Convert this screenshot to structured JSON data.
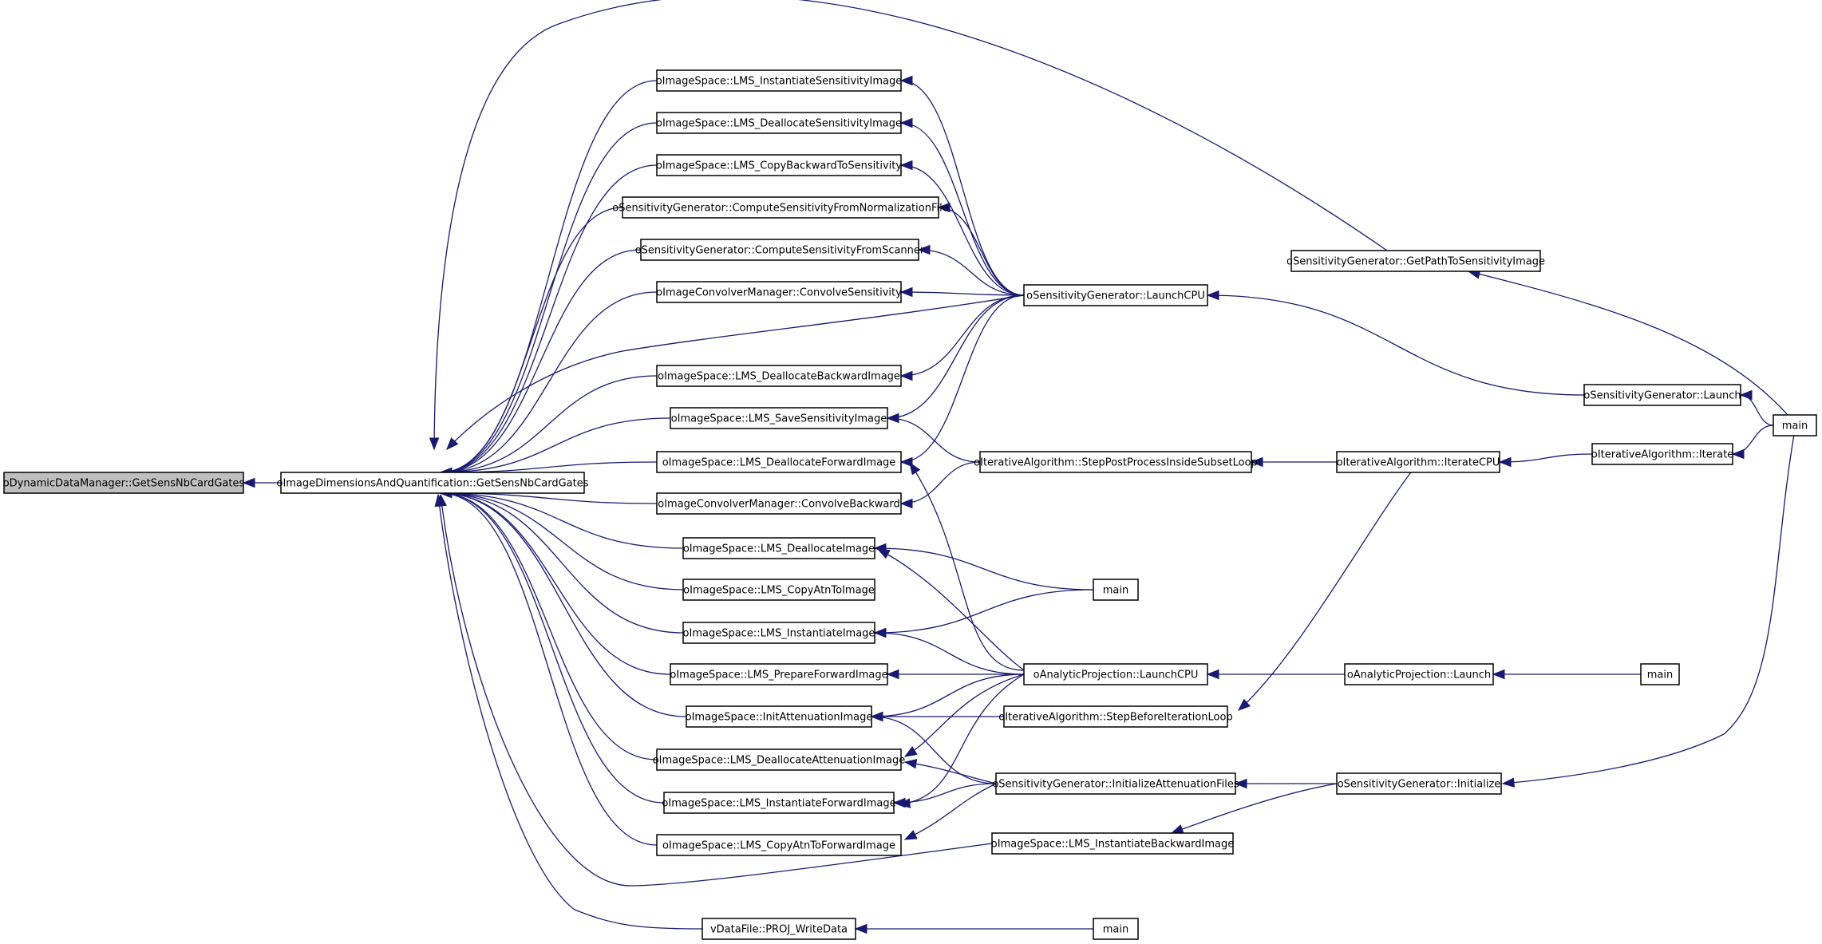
{
  "graph": {
    "nodes": [
      {
        "id": "n0",
        "label": "oDynamicDataManager::GetSensNbCardGates",
        "root": true
      },
      {
        "id": "n1",
        "label": "oImageDimensionsAndQuantification::GetSensNbCardGates"
      },
      {
        "id": "n2",
        "label": "oImageSpace::LMS_InstantiateSensitivityImage"
      },
      {
        "id": "n3",
        "label": "oImageSpace::LMS_DeallocateSensitivityImage"
      },
      {
        "id": "n4",
        "label": "oImageSpace::LMS_CopyBackwardToSensitivity"
      },
      {
        "id": "n5",
        "label": "oSensitivityGenerator::ComputeSensitivityFromNormalizationFile"
      },
      {
        "id": "n6",
        "label": "oSensitivityGenerator::ComputeSensitivityFromScanner"
      },
      {
        "id": "n7",
        "label": "oImageConvolverManager::ConvolveSensitivity"
      },
      {
        "id": "n8",
        "label": "oImageSpace::LMS_DeallocateBackwardImage"
      },
      {
        "id": "n9",
        "label": "oImageSpace::LMS_SaveSensitivityImage"
      },
      {
        "id": "n10",
        "label": "oImageSpace::LMS_DeallocateForwardImage"
      },
      {
        "id": "n11",
        "label": "oImageConvolverManager::ConvolveBackward"
      },
      {
        "id": "n12",
        "label": "oImageSpace::LMS_DeallocateImage"
      },
      {
        "id": "n13",
        "label": "oImageSpace::LMS_CopyAtnToImage"
      },
      {
        "id": "n14",
        "label": "oImageSpace::LMS_InstantiateImage"
      },
      {
        "id": "n15",
        "label": "oImageSpace::LMS_PrepareForwardImage"
      },
      {
        "id": "n16",
        "label": "oImageSpace::InitAttenuationImage"
      },
      {
        "id": "n17",
        "label": "oImageSpace::LMS_DeallocateAttenuationImage"
      },
      {
        "id": "n18",
        "label": "oImageSpace::LMS_InstantiateForwardImage"
      },
      {
        "id": "n19",
        "label": "oImageSpace::LMS_CopyAtnToForwardImage"
      },
      {
        "id": "n20",
        "label": "vDataFile::PROJ_WriteData"
      },
      {
        "id": "n21",
        "label": "oSensitivityGenerator::LaunchCPU"
      },
      {
        "id": "n22",
        "label": "oIterativeAlgorithm::StepPostProcessInsideSubsetLoop"
      },
      {
        "id": "n23",
        "label": "main"
      },
      {
        "id": "n24",
        "label": "oAnalyticProjection::LaunchCPU"
      },
      {
        "id": "n25",
        "label": "oIterativeAlgorithm::StepBeforeIterationLoop"
      },
      {
        "id": "n26",
        "label": "oSensitivityGenerator::InitializeAttenuationFiles"
      },
      {
        "id": "n27",
        "label": "oImageSpace::LMS_InstantiateBackwardImage"
      },
      {
        "id": "n28",
        "label": "main"
      },
      {
        "id": "n29",
        "label": "oSensitivityGenerator::GetPathToSensitivityImage"
      },
      {
        "id": "n30",
        "label": "oSensitivityGenerator::Launch"
      },
      {
        "id": "n31",
        "label": "oIterativeAlgorithm::IterateCPU"
      },
      {
        "id": "n32",
        "label": "oAnalyticProjection::Launch"
      },
      {
        "id": "n33",
        "label": "oSensitivityGenerator::Initialize"
      },
      {
        "id": "n34",
        "label": "oIterativeAlgorithm::Iterate"
      },
      {
        "id": "n35",
        "label": "main"
      },
      {
        "id": "n36",
        "label": "main"
      }
    ],
    "edges": [
      {
        "from": "n1",
        "to": "n0"
      },
      {
        "from": "n2",
        "to": "n1"
      },
      {
        "from": "n3",
        "to": "n1"
      },
      {
        "from": "n4",
        "to": "n1"
      },
      {
        "from": "n5",
        "to": "n1"
      },
      {
        "from": "n6",
        "to": "n1"
      },
      {
        "from": "n7",
        "to": "n1"
      },
      {
        "from": "n21",
        "to": "n1"
      },
      {
        "from": "n8",
        "to": "n1"
      },
      {
        "from": "n9",
        "to": "n1"
      },
      {
        "from": "n10",
        "to": "n1"
      },
      {
        "from": "n11",
        "to": "n1"
      },
      {
        "from": "n12",
        "to": "n1"
      },
      {
        "from": "n13",
        "to": "n1"
      },
      {
        "from": "n14",
        "to": "n1"
      },
      {
        "from": "n15",
        "to": "n1"
      },
      {
        "from": "n16",
        "to": "n1"
      },
      {
        "from": "n17",
        "to": "n1"
      },
      {
        "from": "n18",
        "to": "n1"
      },
      {
        "from": "n19",
        "to": "n1"
      },
      {
        "from": "n27",
        "to": "n1"
      },
      {
        "from": "n20",
        "to": "n1"
      },
      {
        "from": "n29",
        "to": "n1"
      },
      {
        "from": "n21",
        "to": "n2"
      },
      {
        "from": "n21",
        "to": "n3"
      },
      {
        "from": "n21",
        "to": "n4"
      },
      {
        "from": "n21",
        "to": "n5"
      },
      {
        "from": "n21",
        "to": "n6"
      },
      {
        "from": "n21",
        "to": "n7"
      },
      {
        "from": "n21",
        "to": "n8"
      },
      {
        "from": "n21",
        "to": "n9"
      },
      {
        "from": "n21",
        "to": "n10"
      },
      {
        "from": "n22",
        "to": "n9"
      },
      {
        "from": "n22",
        "to": "n11"
      },
      {
        "from": "n24",
        "to": "n10"
      },
      {
        "from": "n24",
        "to": "n12"
      },
      {
        "from": "n23",
        "to": "n12"
      },
      {
        "from": "n23",
        "to": "n14"
      },
      {
        "from": "n24",
        "to": "n14"
      },
      {
        "from": "n24",
        "to": "n15"
      },
      {
        "from": "n24",
        "to": "n16"
      },
      {
        "from": "n25",
        "to": "n16"
      },
      {
        "from": "n26",
        "to": "n16"
      },
      {
        "from": "n24",
        "to": "n17"
      },
      {
        "from": "n26",
        "to": "n17"
      },
      {
        "from": "n24",
        "to": "n18"
      },
      {
        "from": "n26",
        "to": "n18"
      },
      {
        "from": "n26",
        "to": "n19"
      },
      {
        "from": "n28",
        "to": "n20"
      },
      {
        "from": "n30",
        "to": "n21"
      },
      {
        "from": "n31",
        "to": "n22"
      },
      {
        "from": "n32",
        "to": "n24"
      },
      {
        "from": "n31",
        "to": "n25"
      },
      {
        "from": "n33",
        "to": "n26"
      },
      {
        "from": "n33",
        "to": "n27"
      },
      {
        "from": "n35",
        "to": "n29"
      },
      {
        "from": "n35",
        "to": "n30"
      },
      {
        "from": "n34",
        "to": "n31"
      },
      {
        "from": "n36",
        "to": "n32"
      },
      {
        "from": "n35",
        "to": "n33"
      },
      {
        "from": "n35",
        "to": "n34"
      }
    ]
  }
}
